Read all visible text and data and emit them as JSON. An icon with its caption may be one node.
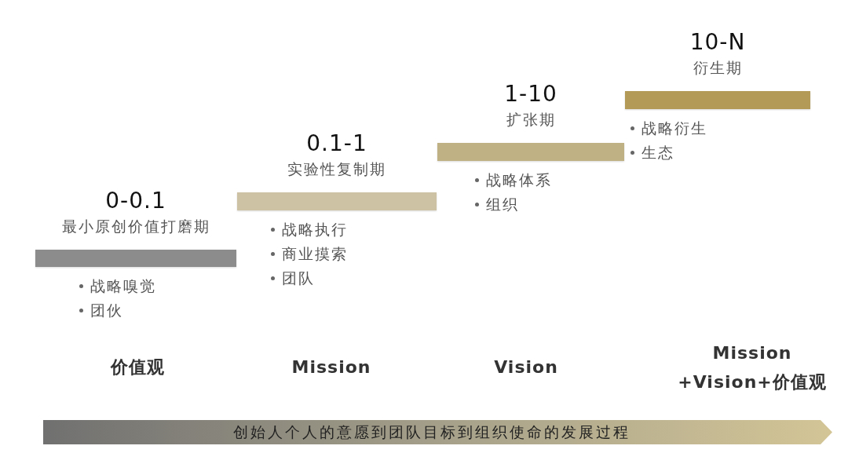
{
  "diagram": {
    "nodes": [
      {
        "text": [
          "0-0.1",
          "最小原创价值打磨期",
          "战略嗅觉",
          "团伙"
        ]
      },
      {
        "text": [
          "0.1-1",
          "实验性复制期",
          "战略执行",
          "商业摸索",
          "团队"
        ]
      },
      {
        "text": [
          "1-10",
          "扩张期",
          "战略体系",
          "组织"
        ]
      },
      {
        "text": [
          "10-N",
          "衍生期",
          "战略衍生",
          "生态"
        ]
      },
      {
        "text": [
          "创始人个人的意愿到团队目标到组织使命的发展过程"
        ]
      }
    ],
    "labels": [
      "价值观",
      "Mission",
      "Vision",
      "Mission +Vision+价值观"
    ]
  }
}
